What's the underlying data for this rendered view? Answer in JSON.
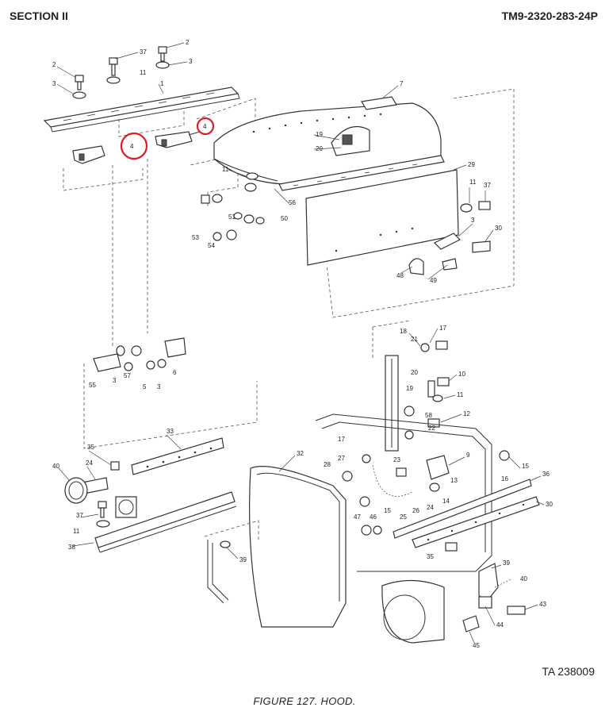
{
  "header": {
    "left": "SECTION II",
    "right": "TM9-2320-283-24P"
  },
  "footer": {
    "id": "TA 238009",
    "caption": "FIGURE 127.  HOOD."
  },
  "highlight_color": "#e01b24",
  "callouts": [
    "2",
    "37",
    "3",
    "11",
    "1",
    "2",
    "3",
    "4",
    "4",
    "7",
    "19",
    "20",
    "29",
    "11",
    "37",
    "3",
    "30",
    "48",
    "49",
    "11",
    "51",
    "50",
    "53",
    "54",
    "56",
    "55",
    "3",
    "57",
    "5",
    "3",
    "6",
    "18",
    "17",
    "21",
    "20",
    "10",
    "19",
    "11",
    "58",
    "12",
    "22",
    "23",
    "17",
    "28",
    "27",
    "9",
    "13",
    "14",
    "15",
    "16",
    "36",
    "30",
    "33",
    "35",
    "24",
    "40",
    "37",
    "11",
    "38",
    "32",
    "25",
    "26",
    "24",
    "15",
    "47",
    "46",
    "35",
    "39",
    "39",
    "40",
    "43",
    "44",
    "45"
  ],
  "highlighted_callouts": [
    "4",
    "4"
  ]
}
